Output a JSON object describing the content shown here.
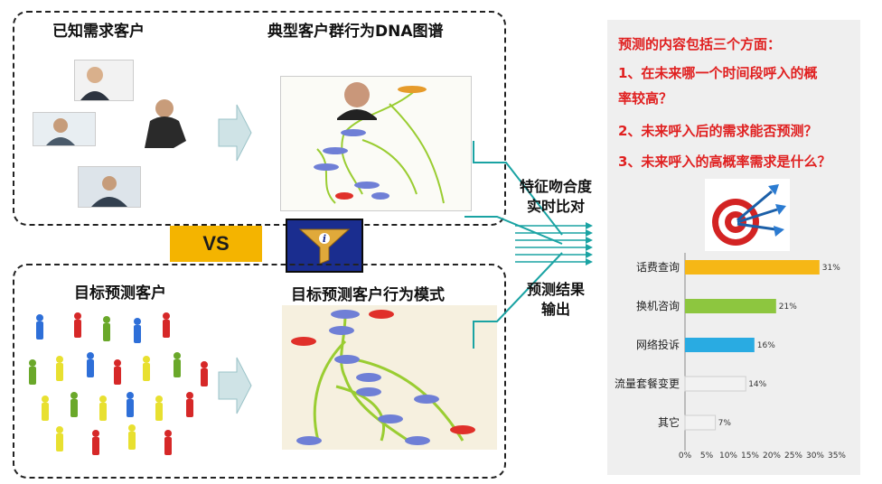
{
  "left_top": {
    "title_known": "已知需求客户",
    "title_dna": "典型客户群行为DNA图谱"
  },
  "left_bottom": {
    "title_target": "目标预测客户",
    "title_model": "目标预测客户行为模式"
  },
  "vs_label": "VS",
  "middle": {
    "match_line1": "特征吻合度",
    "match_line2": "实时比对",
    "output_line1": "预测结果",
    "output_line2": "输出"
  },
  "right": {
    "intro": "预测的内容包括三个方面：",
    "q1_line1": "1、在未来哪一个时间段呼入的概",
    "q1_line2": "率较高？",
    "q2": "2、未来呼入后的需求能否预测？",
    "q3": "3、未来呼入的高概率需求是什么？"
  },
  "chart_data": {
    "type": "bar",
    "orientation": "horizontal",
    "categories": [
      "话费查询",
      "换机咨询",
      "网络投诉",
      "流量套餐变更",
      "其它"
    ],
    "values": [
      31,
      21,
      16,
      14,
      7
    ],
    "value_labels": [
      "31%",
      "21%",
      "16%",
      "14%",
      "7%"
    ],
    "colors": [
      "#f6b716",
      "#8dc63f",
      "#29abe2",
      "#f2f2f2",
      "#f2f2f2"
    ],
    "xlim": [
      0,
      35
    ],
    "x_ticks": [
      "0%",
      "5%",
      "10%",
      "15%",
      "20%",
      "25%",
      "30%",
      "35%"
    ]
  }
}
